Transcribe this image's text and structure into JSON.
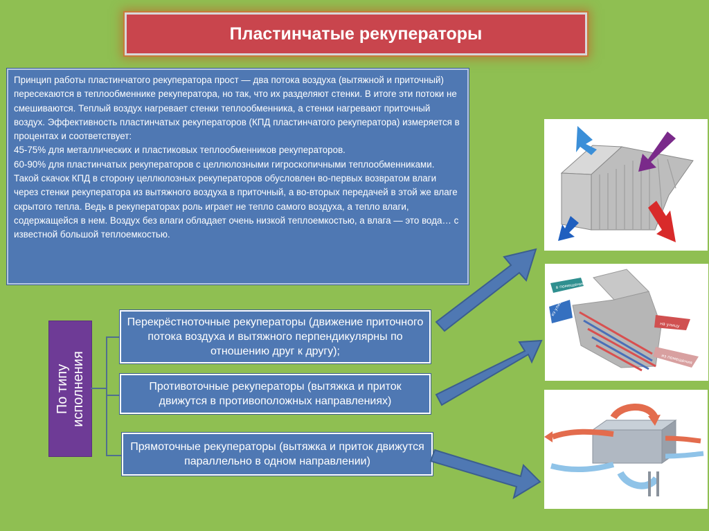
{
  "title": "Пластинчатые рекуператоры",
  "description": {
    "lines": [
      "Принцип работы пластинчатого рекуператора  прост — два потока воздуха (вытяжной и приточный) пересекаются в теплообменнике рекуператора, но так, что их разделяют стенки. В итоге эти потоки не смешиваются. Теплый воздух нагревает стенки теплообменника, а стенки нагревают приточный воздух. Эффективность пластинчатых рекуператоров (КПД пластинчатого рекуператора) измеряется в процентах и соответствует:",
      "45-75% для металлических и пластиковых теплообменников рекуператоров.",
      "60-90% для пластинчатых рекуператоров с целлюлозными гигроскопичными теплообменниками.",
      "Такой скачок КПД в сторону целлюлозных рекуператоров обусловлен во-первых возвратом влаги через стенки рекуператора из вытяжного воздуха в приточный, а во-вторых передачей в этой же влаге скрытого тепла. Ведь в рекуператорах роль играет не тепло самого воздуха, а тепло влаги, содержащейся в нем. Воздух без влаги обладает очень низкой теплоемкостью, а влага — это вода… с известной большой теплоемкостью."
    ]
  },
  "category_label": {
    "line1": "По типу",
    "line2": "исполнения"
  },
  "types": [
    {
      "label": "Перекрёстноточные рекуператоры (движение приточного потока воздуха и вытяжного перпендикулярны по отношению друг к другу);"
    },
    {
      "label": "Противоточные рекуператоры (вытяжка и приток движутся в противоположных направлениях)"
    },
    {
      "label": "Прямоточные рекуператоры  (вытяжка и приток движутся параллельно в одном направлении)"
    }
  ],
  "image_labels": {
    "supply_in": "в помещение",
    "fresh_in": "из улицы",
    "exhaust_out": "на улицу",
    "room_out": "из помещения"
  },
  "colors": {
    "background": "#8fbf52",
    "title_bg": "#c9454d",
    "box_bg": "#4f78b3",
    "category_bg": "#6e3b96",
    "arrow": "#4f78b3"
  }
}
